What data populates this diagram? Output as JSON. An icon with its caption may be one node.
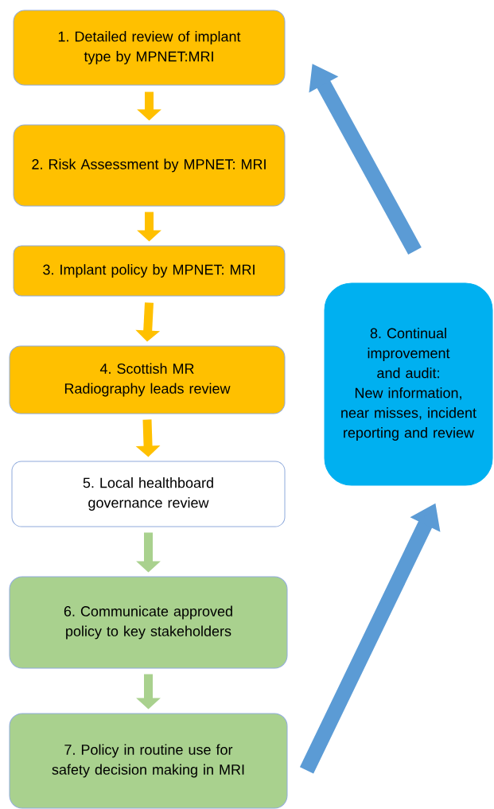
{
  "diagram": {
    "nodes": [
      {
        "text": [
          "1. Detailed review of implant type by MPNET:MRI"
        ]
      },
      {
        "text": [
          "2. Risk Assessment by MPNET: MRI"
        ]
      },
      {
        "text": [
          "3. Implant policy by MPNET: MRI"
        ]
      },
      {
        "text": [
          "4. Scottish MR Radiography leads review"
        ]
      },
      {
        "text": [
          "5. Local healthboard governance review"
        ]
      },
      {
        "text": [
          "6. Communicate approved policy to key stakeholders"
        ]
      },
      {
        "text": [
          "7. Policy in routine use for safety decision making in MRI"
        ]
      },
      {
        "text": [
          "8. Continual improvement and audit:",
          "New information, near misses, incident reporting and review"
        ]
      }
    ],
    "edges": [
      {
        "from": 0,
        "to": 1,
        "arrow": "to"
      },
      {
        "from": 1,
        "to": 2,
        "arrow": "to"
      },
      {
        "from": 2,
        "to": 3,
        "arrow": "to"
      },
      {
        "from": 3,
        "to": 4,
        "arrow": "to"
      },
      {
        "from": 4,
        "to": 5,
        "arrow": "to",
        "color": "#a9d18e"
      },
      {
        "from": 5,
        "to": 6,
        "arrow": "to",
        "color": "#a9d18e"
      },
      {
        "from": 6,
        "to": 7,
        "arrow": "to",
        "color": "#5b9bd5"
      },
      {
        "from": 7,
        "to": 0,
        "arrow": "to",
        "color": "#5b9bd5"
      }
    ]
  }
}
